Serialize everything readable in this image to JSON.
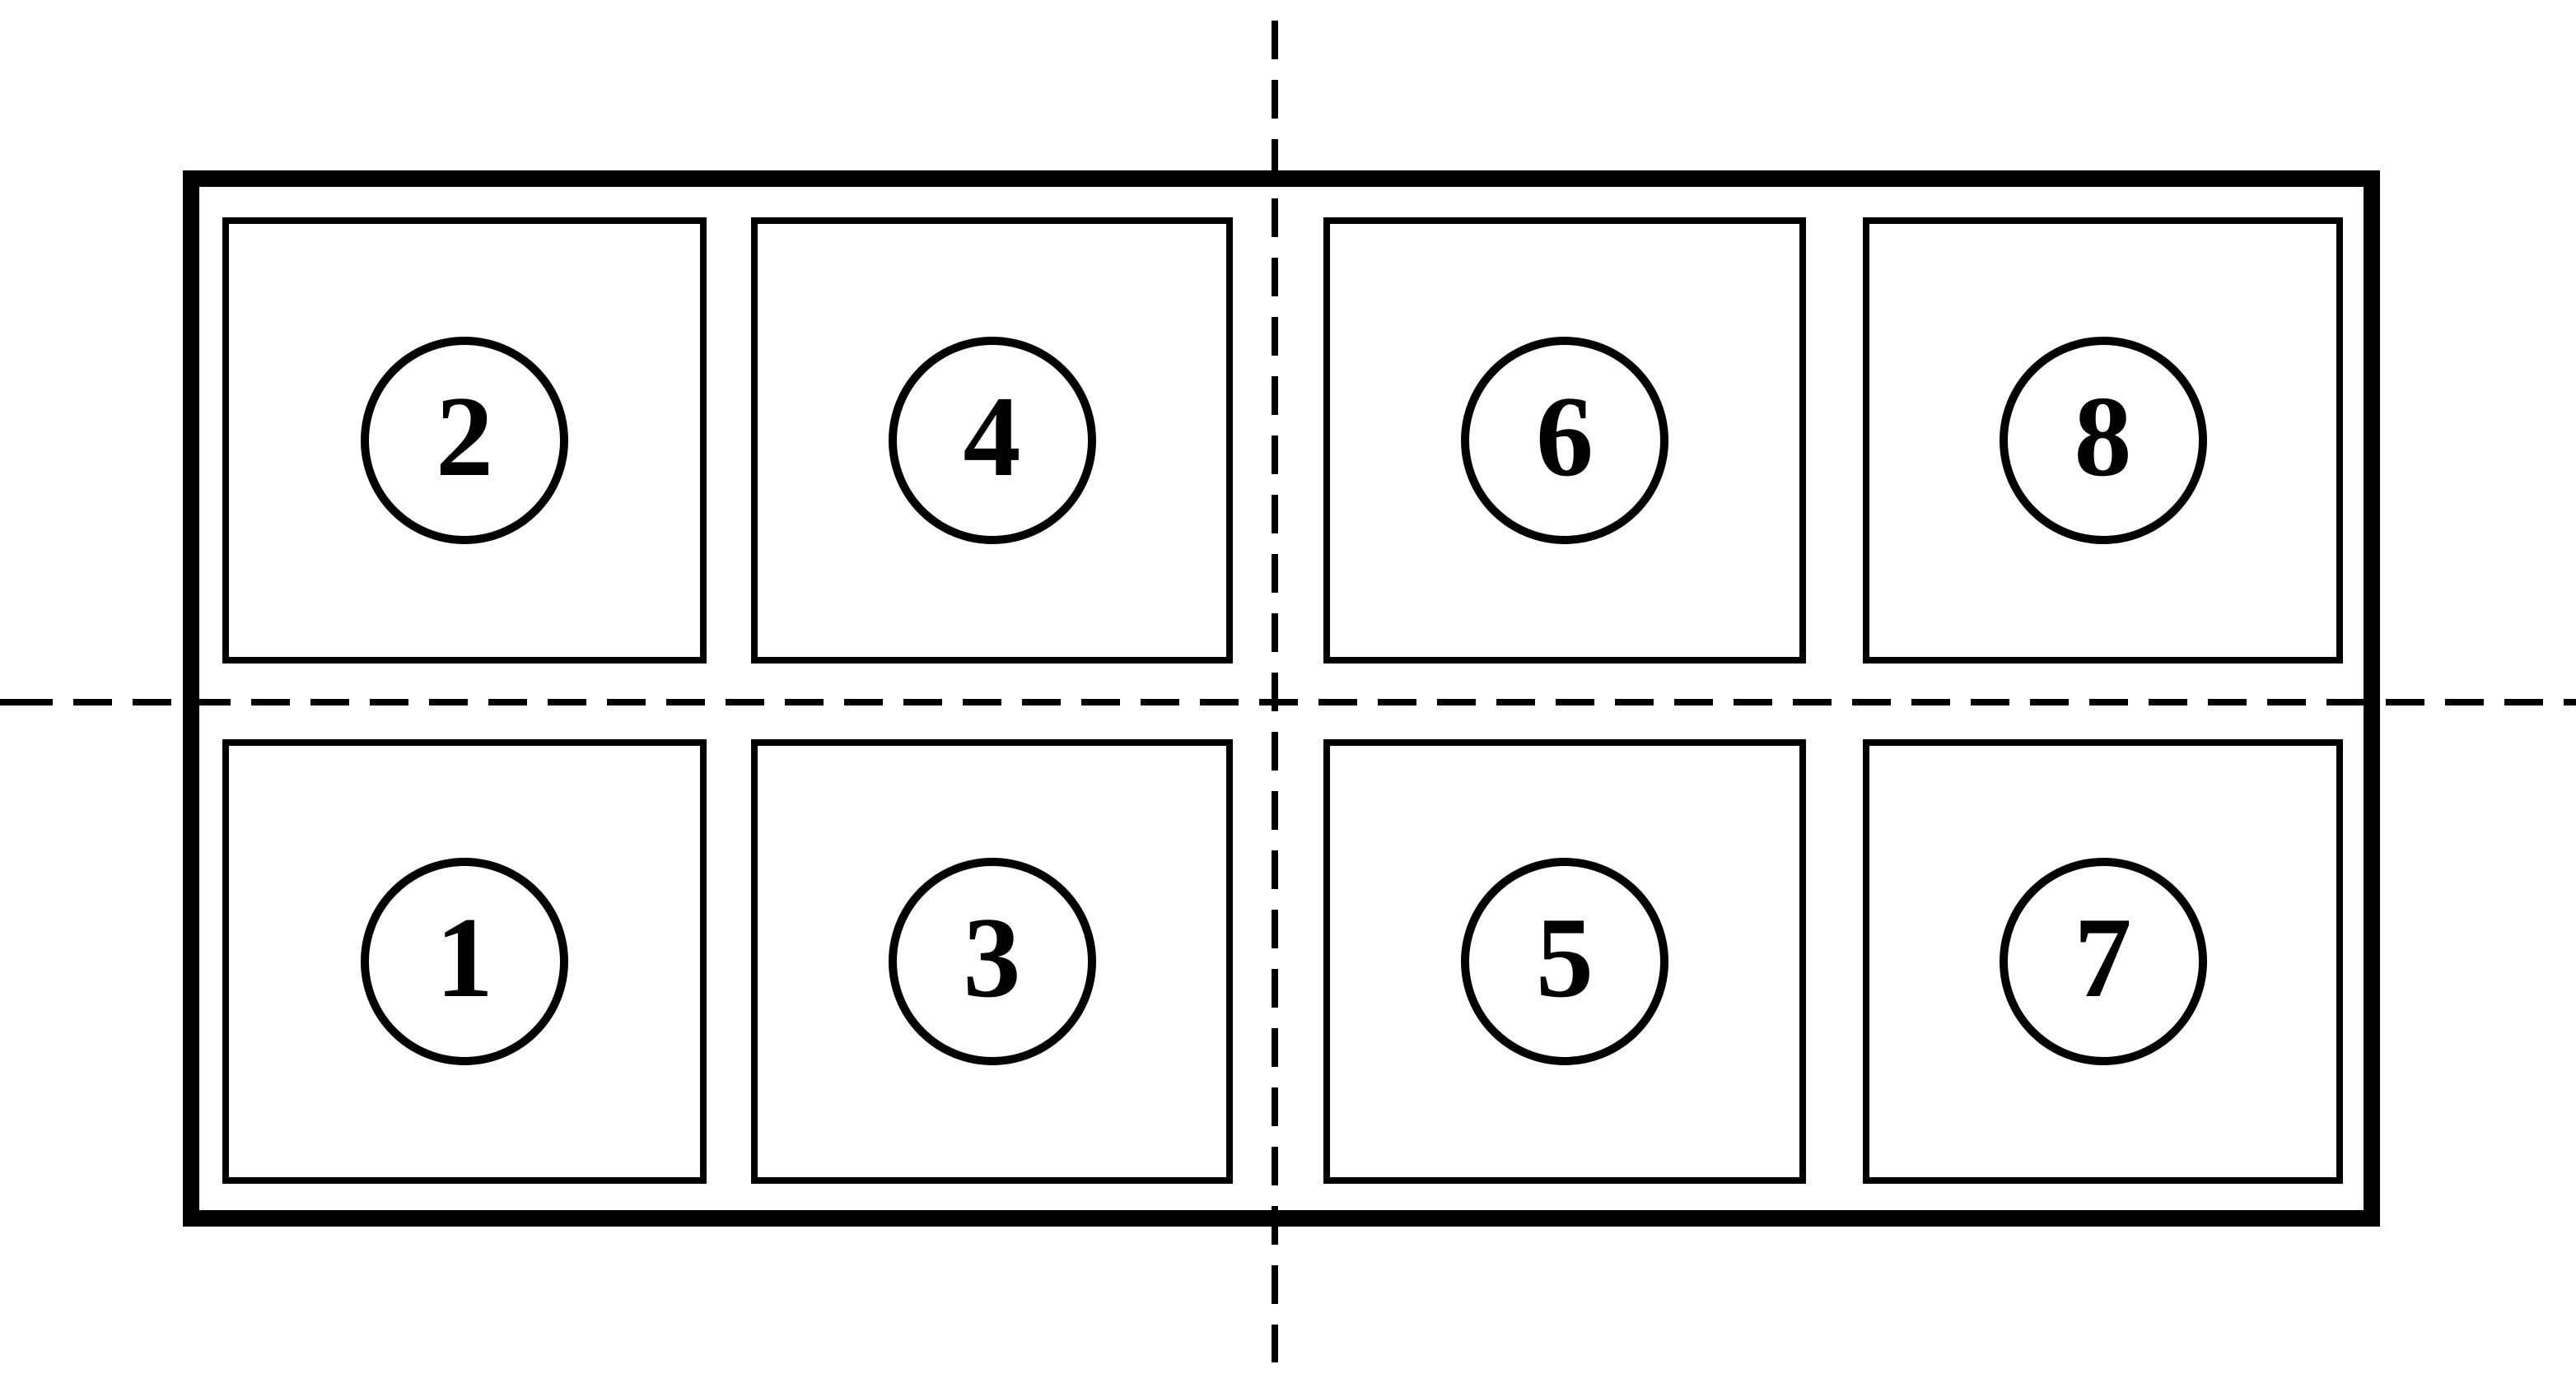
{
  "figure": {
    "colors": {
      "line": "#000000",
      "background": "#ffffff"
    },
    "grid": {
      "rows": [
        {
          "position": "top",
          "cells": [
            {
              "label": "2"
            },
            {
              "label": "4"
            },
            {
              "label": "6"
            },
            {
              "label": "8"
            }
          ]
        },
        {
          "position": "bottom",
          "cells": [
            {
              "label": "1"
            },
            {
              "label": "3"
            },
            {
              "label": "5"
            },
            {
              "label": "7"
            }
          ]
        }
      ]
    }
  }
}
